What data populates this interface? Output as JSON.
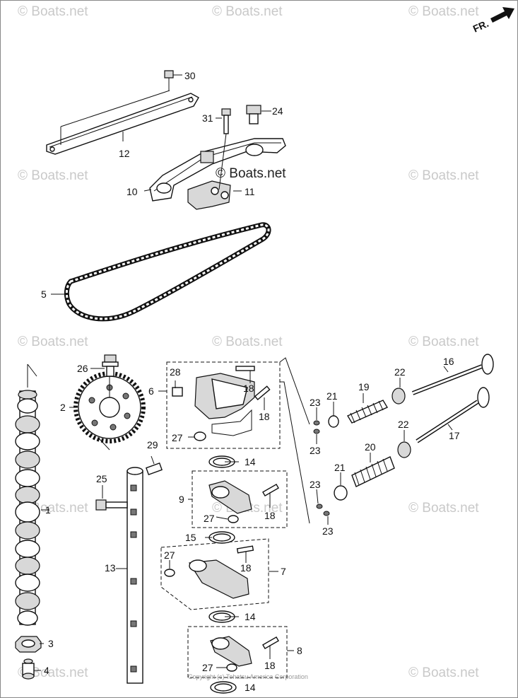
{
  "watermarks": [
    "© Boats.net",
    "© Boats.net",
    "© Boats.net",
    "© Boats.net",
    "© Boats.net",
    "© Boats.net",
    "© Boats.net",
    "© Boats.net",
    "© Boats.net",
    "© Boats.net",
    "© Boats.net",
    "© Boats.net",
    "© Boats.net"
  ],
  "center_watermark": "© Boats.net",
  "direction_label": "FR.",
  "copyright": "Copyright (c) Tohatsu America Corporation",
  "callouts": {
    "c1": "1",
    "c2": "2",
    "c3": "3",
    "c4": "4",
    "c5": "5",
    "c6": "6",
    "c7": "7",
    "c8": "8",
    "c9": "9",
    "c10": "10",
    "c11": "11",
    "c12": "12",
    "c13": "13",
    "c14a": "14",
    "c14b": "14",
    "c14c": "14",
    "c15": "15",
    "c16": "16",
    "c17": "17",
    "c18a": "18",
    "c18b": "18",
    "c18c": "18",
    "c18d": "18",
    "c18e": "18",
    "c19": "19",
    "c20": "20",
    "c21a": "21",
    "c21b": "21",
    "c22a": "22",
    "c22b": "22",
    "c23a": "23",
    "c23b": "23",
    "c23c": "23",
    "c23d": "23",
    "c24": "24",
    "c25": "25",
    "c26": "26",
    "c27a": "27",
    "c27b": "27",
    "c27c": "27",
    "c27d": "27",
    "c28": "28",
    "c29": "29",
    "c30": "30",
    "c31": "31"
  }
}
